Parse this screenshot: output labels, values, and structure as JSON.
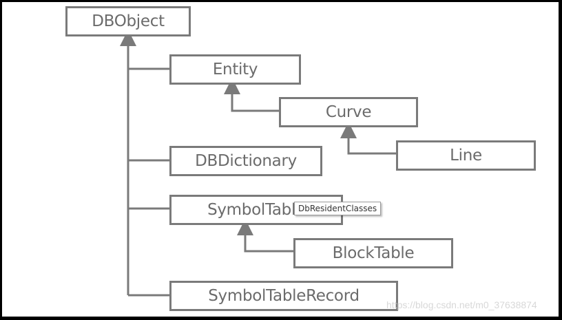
{
  "diagram": {
    "nodes": {
      "dbobject": "DBObject",
      "entity": "Entity",
      "curve": "Curve",
      "line": "Line",
      "dbdictionary": "DBDictionary",
      "symboltable": "SymbolTable",
      "blocktable": "BlockTable",
      "symboltablerecord": "SymbolTableRecord"
    },
    "edges": [
      {
        "child": "entity",
        "parent": "dbobject"
      },
      {
        "child": "dbdictionary",
        "parent": "dbobject"
      },
      {
        "child": "symboltable",
        "parent": "dbobject"
      },
      {
        "child": "symboltablerecord",
        "parent": "dbobject"
      },
      {
        "child": "curve",
        "parent": "entity"
      },
      {
        "child": "line",
        "parent": "curve"
      },
      {
        "child": "blocktable",
        "parent": "symboltable"
      }
    ]
  },
  "tooltip": {
    "text": "DbResidentClasses"
  },
  "watermark": {
    "text": "https://blog.csdn.net/m0_37638874"
  },
  "colors": {
    "node_border": "#7a7a7a",
    "node_text": "#6b6b6b",
    "connector": "#7a7a7a",
    "frame": "#000000"
  }
}
